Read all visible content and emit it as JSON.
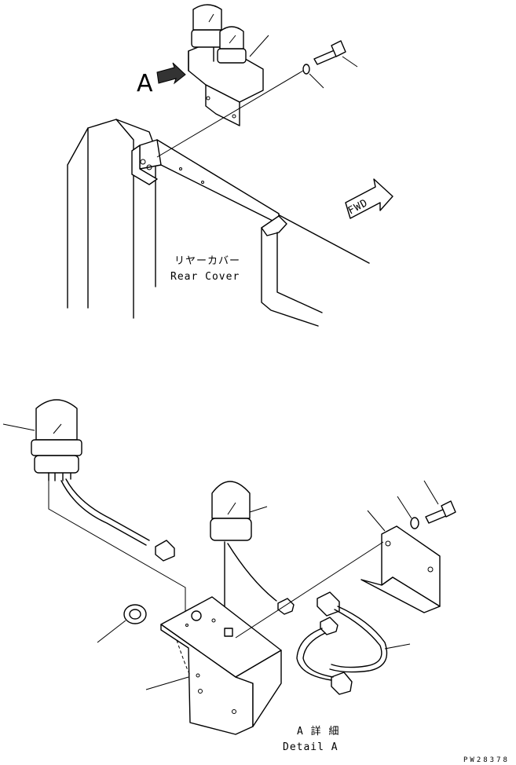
{
  "labels": {
    "view_letter": "A",
    "rear_cover_jp": "リヤーカバー",
    "rear_cover_en": "Rear Cover",
    "fwd": "FWD",
    "detail_jp": "A 詳 細",
    "detail_en": "Detail A",
    "drawing_number": "PW28378"
  }
}
